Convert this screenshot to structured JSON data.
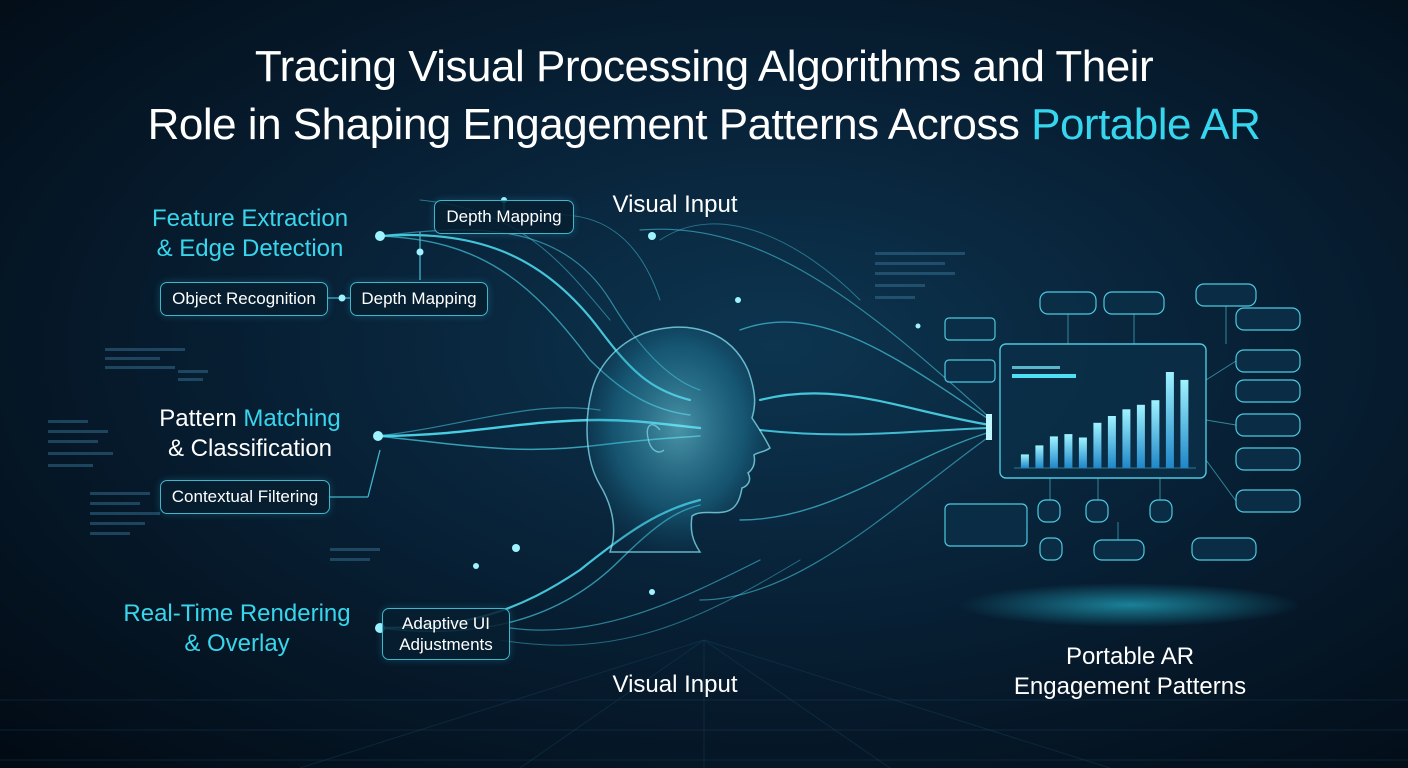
{
  "title": {
    "line1": "Tracing Visual Processing Algorithms and Their",
    "line2_plain": "Role in Shaping Engagement Patterns Across ",
    "line2_accent": "Portable AR"
  },
  "stages": {
    "feature_line1": "Feature Extraction",
    "feature_line2": "& Edge Detection",
    "pattern_word1": "Pattern ",
    "pattern_word2": "Matching",
    "pattern_line2": "& Classification",
    "rendering_line1": "Real-Time Rendering",
    "rendering_line2": "& Overlay"
  },
  "boxes": {
    "depth_mapping_top": "Depth Mapping",
    "object_recognition": "Object Recognition",
    "depth_mapping": "Depth Mapping",
    "contextual_filtering": "Contextual Filtering",
    "adaptive_line1": "Adaptive UI",
    "adaptive_line2": "Adjustments"
  },
  "inputs": {
    "top": "Visual Input",
    "bottom": "Visual Input"
  },
  "output": {
    "line1": "Portable AR",
    "line2": "Engagement Patterns"
  },
  "colors": {
    "accent": "#36d7ee",
    "stream": "#4fe0f5",
    "background": "#061a2c"
  },
  "chart_data": {
    "type": "bar",
    "values": [
      12,
      20,
      28,
      30,
      27,
      40,
      46,
      52,
      56,
      60,
      85,
      78
    ]
  }
}
